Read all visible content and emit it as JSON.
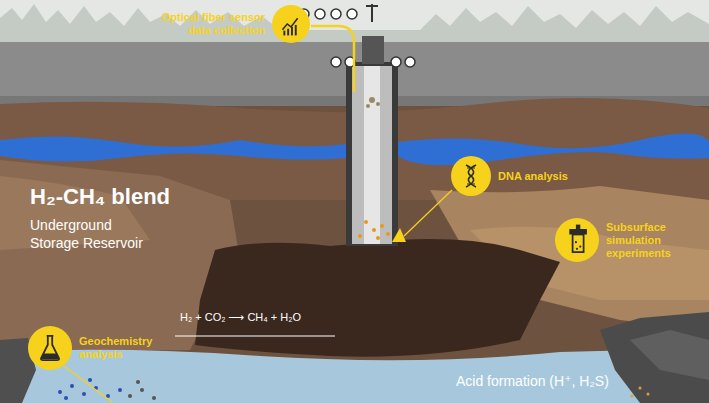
{
  "diagram": {
    "nodes": [
      {
        "text": [
          "Optical fiber sensor data collection"
        ]
      },
      {
        "text": [
          "DNA analysis"
        ]
      },
      {
        "text": [
          "Subsurface simulation experiments"
        ]
      },
      {
        "text": [
          "Geochemistry analysis"
        ]
      }
    ],
    "labels": [
      "H₂-CH₄ blend",
      "Underground Storage Reservoir",
      "H₂ + CO₂ ⟶ CH₄ + H₂O",
      "Acid formation (H⁺, H₂S)"
    ]
  }
}
